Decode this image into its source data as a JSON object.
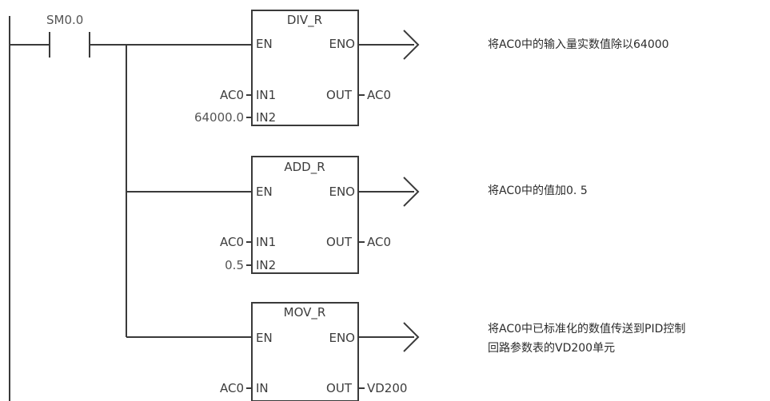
{
  "contact": {
    "label": "SM0.0"
  },
  "blocks": [
    {
      "name": "DIV_R",
      "en": "EN",
      "eno": "ENO",
      "in1_pin": "IN1",
      "in2_pin": "IN2",
      "out_pin": "OUT",
      "in1_operand": "AC0",
      "in2_operand": "64000.0",
      "out_operand": "AC0",
      "comment_line1": "将AC0中的输入量实数值除以64000",
      "comment_line2": ""
    },
    {
      "name": "ADD_R",
      "en": "EN",
      "eno": "ENO",
      "in1_pin": "IN1",
      "in2_pin": "IN2",
      "out_pin": "OUT",
      "in1_operand": "AC0",
      "in2_operand": "0.5",
      "out_operand": "AC0",
      "comment_line1": "将AC0中的值加0. 5",
      "comment_line2": ""
    },
    {
      "name": "MOV_R",
      "en": "EN",
      "eno": "ENO",
      "in1_pin": "IN",
      "in2_pin": "",
      "out_pin": "OUT",
      "in1_operand": "AC0",
      "in2_operand": "",
      "out_operand": "VD200",
      "comment_line1": "将AC0中已标准化的数值传送到PID控制",
      "comment_line2": "回路参数表的VD200单元"
    }
  ]
}
